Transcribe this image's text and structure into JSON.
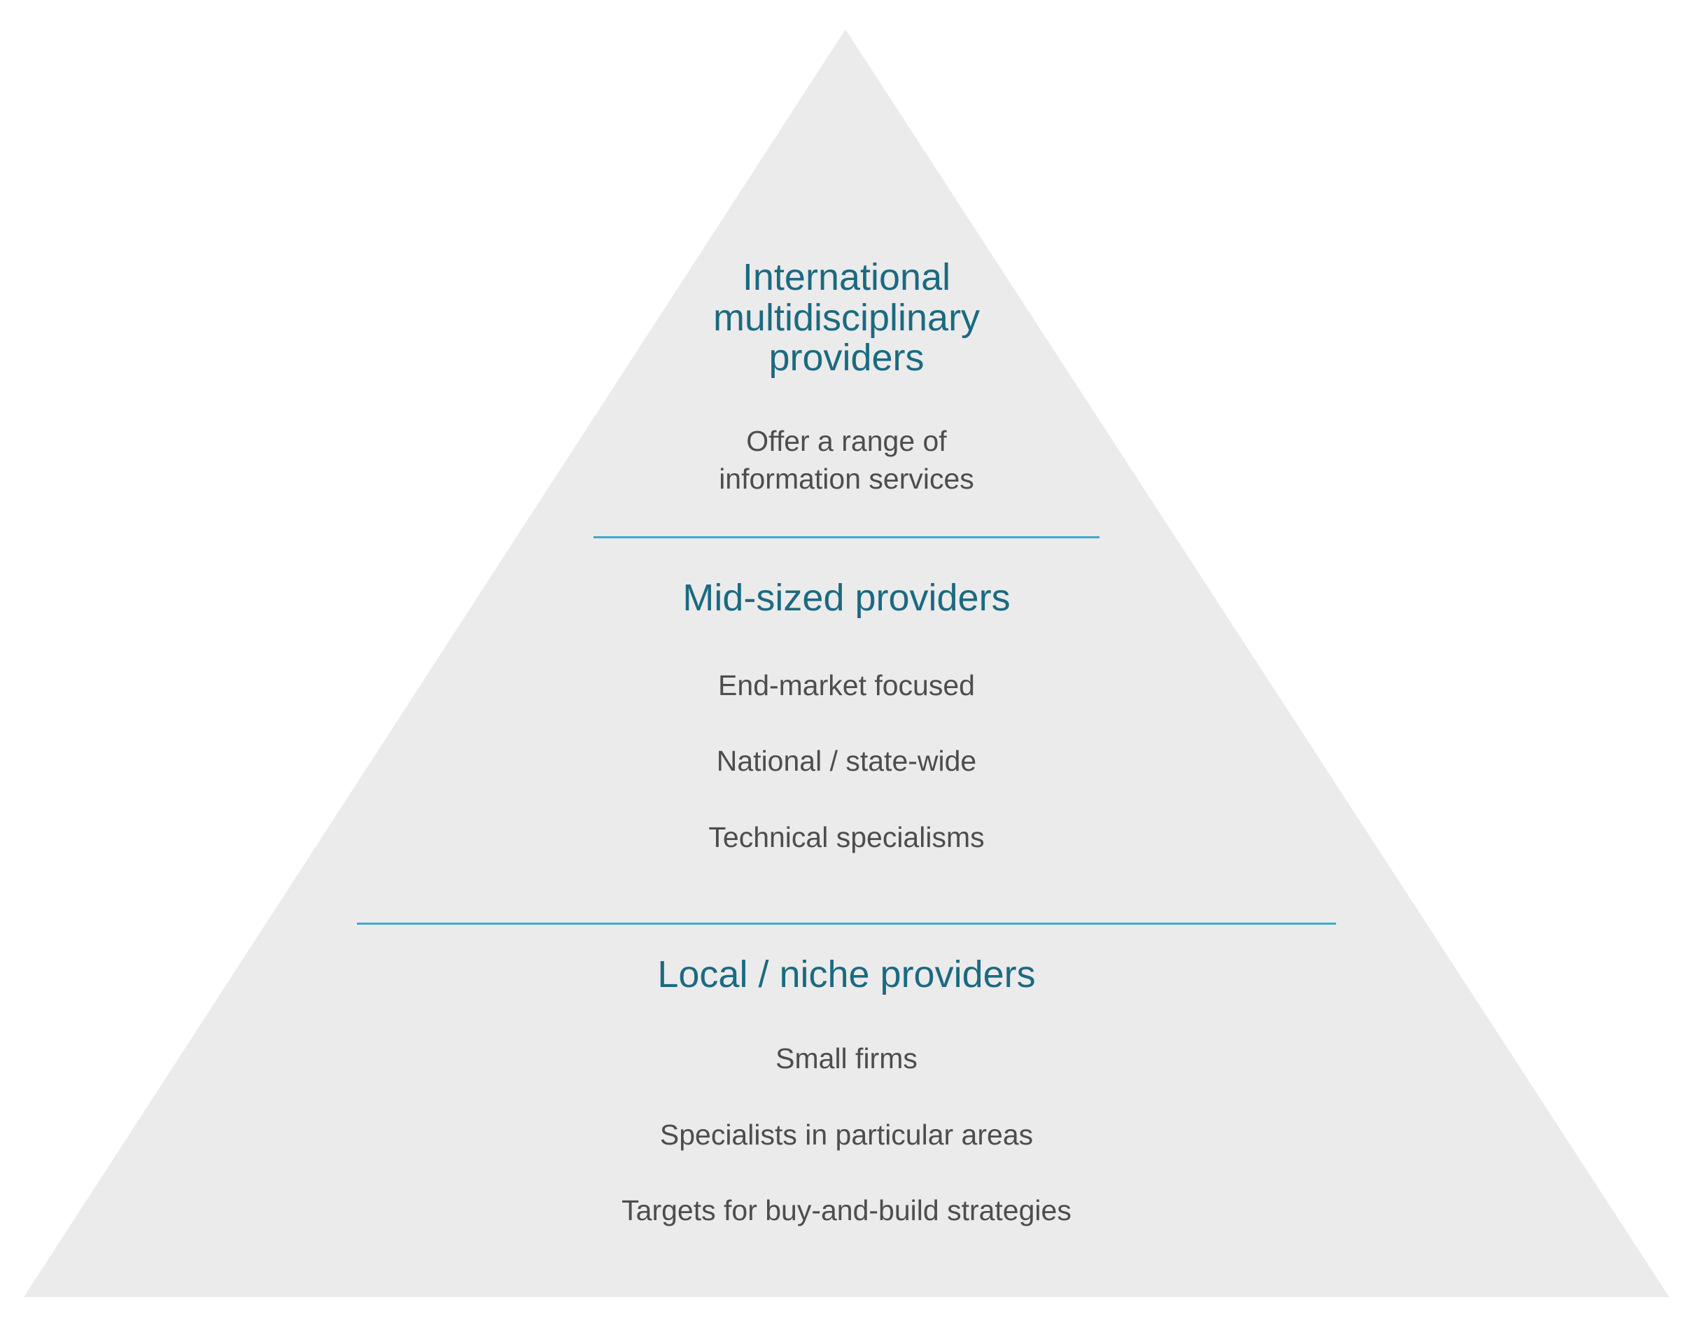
{
  "tiers": [
    {
      "title_lines": [
        "International",
        "multidisciplinary",
        "providers"
      ],
      "description_lines": [
        "Offer a range of",
        "information services"
      ]
    },
    {
      "title_lines": [
        "Mid-sized providers"
      ],
      "bullets": [
        "End-market focused",
        "National / state-wide",
        "Technical specialisms"
      ]
    },
    {
      "title_lines": [
        "Local / niche providers"
      ],
      "bullets": [
        "Small firms",
        "Specialists in particular areas",
        "Targets for buy-and-build strategies"
      ]
    }
  ],
  "colors": {
    "triangle": "#ebebeb",
    "heading": "#1b6a80",
    "body": "#4d4d4d",
    "divider": "#3fa8d0"
  }
}
